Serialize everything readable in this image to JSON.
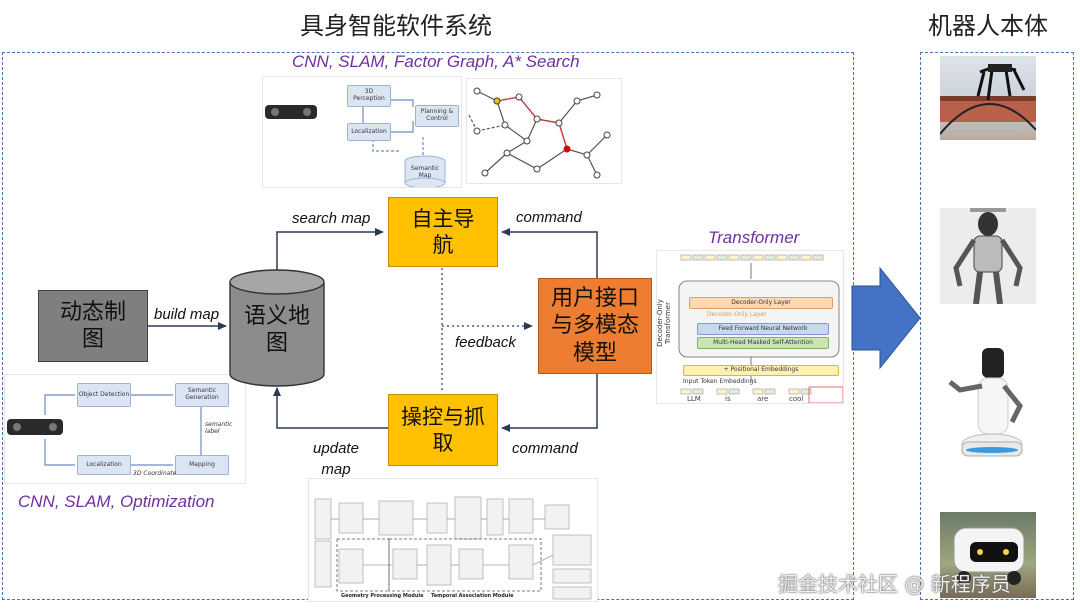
{
  "system_title": "具身智能软件系统",
  "robot_title": "机器人本体",
  "top_algorithms": "CNN, SLAM, Factor Graph, A* Search",
  "bottom_algorithms": "CNN, SLAM, Optimization",
  "transformer_label": "Transformer",
  "nodes": {
    "dynamic_map": "动态制图",
    "semantic_map": "语义地图",
    "navigation": "自主导航",
    "manipulation": "操控与抓取",
    "llm": "用户接口与多模态模型"
  },
  "edges": {
    "build_map": "build map",
    "search_map": "search map",
    "update_map": "update map",
    "command_top": "command",
    "command_bottom": "command",
    "feedback": "feedback"
  },
  "nav_thumb": {
    "perception": "3D Perception",
    "planning": "Planning & Control",
    "localization": "Localization",
    "semantic": "Semantic Map"
  },
  "mapping_thumb": {
    "detection": "Object Detection",
    "generation": "Semantic Generation",
    "semantic_label": "semantic label",
    "localization": "Localization",
    "mapping": "Mapping",
    "coordinate": "3D Coordinate"
  },
  "transformer_thumb": {
    "side_label": "Decoder-Only Transformer",
    "decoder_layer": "Decoder-Only Layer",
    "decoder_layer_ghost": "Decoder-Only Layer",
    "ffn": "Feed Forward Neural Network",
    "attention": "Multi-Head Masked Self-Attention",
    "positional": "+ Positional Embeddings",
    "input_tokens": "Input Token Embeddings",
    "tokens": [
      "LLM",
      "is",
      "are",
      "cool"
    ]
  },
  "manip_thumb": {
    "geometry_module": "Geometry Processing Module",
    "temporal_module": "Temporal Association Module"
  },
  "watermark": "掘金技术社区 @ 新程序员",
  "colors": {
    "orange": "#ffc000",
    "gray": "#7f7f7f",
    "llm_orange": "#ed7d31",
    "frame_blue": "#4a73b0",
    "arrow_blue": "#4472c4",
    "purple": "#7030a0"
  }
}
